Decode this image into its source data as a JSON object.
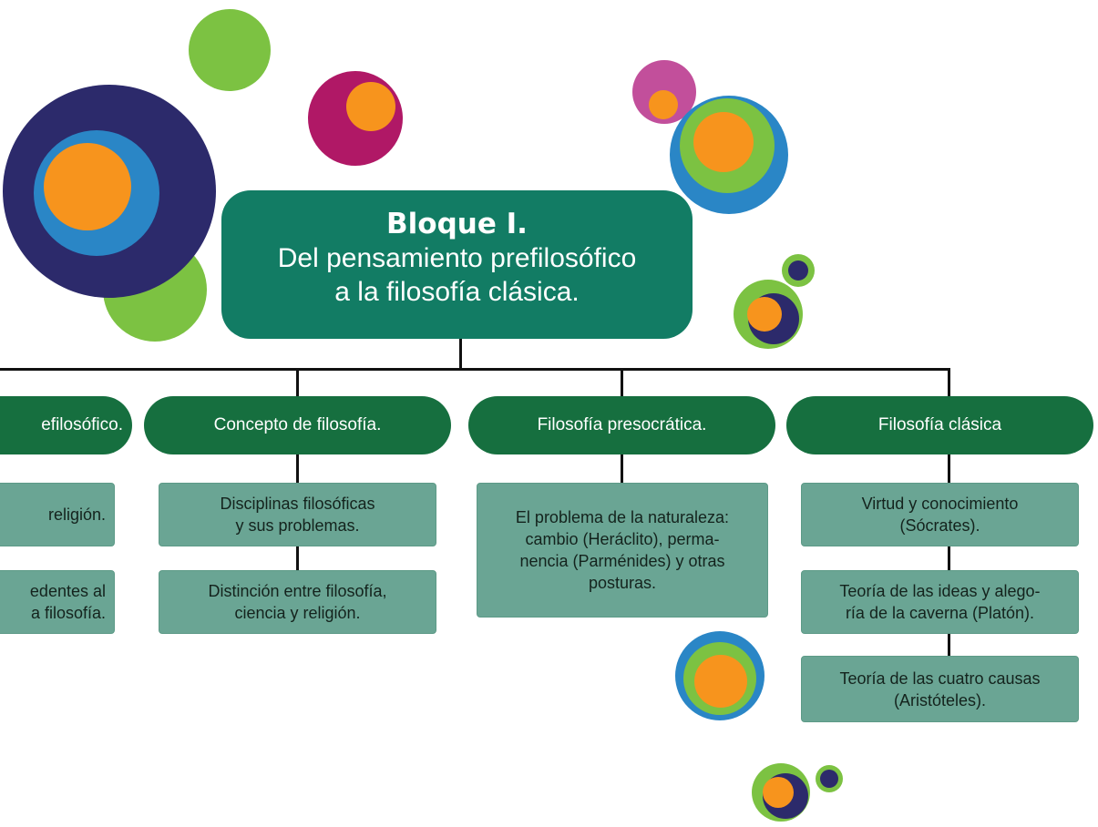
{
  "title": {
    "bold": "Bloque I.",
    "line1": "Del pensamiento prefilosófico",
    "line2": "a la filosofía clásica."
  },
  "categories": [
    {
      "label": "efilosófico.",
      "items": [
        {
          "lines": [
            "religión."
          ]
        },
        {
          "lines": [
            "edentes al",
            "a filosofía."
          ]
        }
      ]
    },
    {
      "label": "Concepto de filosofía.",
      "items": [
        {
          "lines": [
            "Disciplinas filosóficas",
            "y sus problemas."
          ]
        },
        {
          "lines": [
            "Distinción entre filosofía,",
            "ciencia y religión."
          ]
        }
      ]
    },
    {
      "label": "Filosofía presocrática.",
      "items": [
        {
          "lines": [
            "El problema de la naturaleza:",
            "cambio (Heráclito), perma-",
            "nencia (Parménides) y otras",
            "posturas."
          ]
        }
      ]
    },
    {
      "label": "Filosofía clásica",
      "items": [
        {
          "lines": [
            "Virtud y conocimiento",
            "(Sócrates)."
          ]
        },
        {
          "lines": [
            "Teoría de las ideas y alego-",
            "ría de la caverna (Platón)."
          ]
        },
        {
          "lines": [
            "Teoría de las cuatro causas",
            "(Aristóteles)."
          ]
        }
      ]
    }
  ],
  "colors": {
    "title_box": "#127c64",
    "category_pill": "#166f3f",
    "leaf_box": "#6aa594",
    "navy": "#2c2a6b",
    "blue": "#2a86c6",
    "green": "#7cc242",
    "orange": "#f7941d",
    "magenta": "#b01866",
    "pink": "#c24f9b"
  }
}
